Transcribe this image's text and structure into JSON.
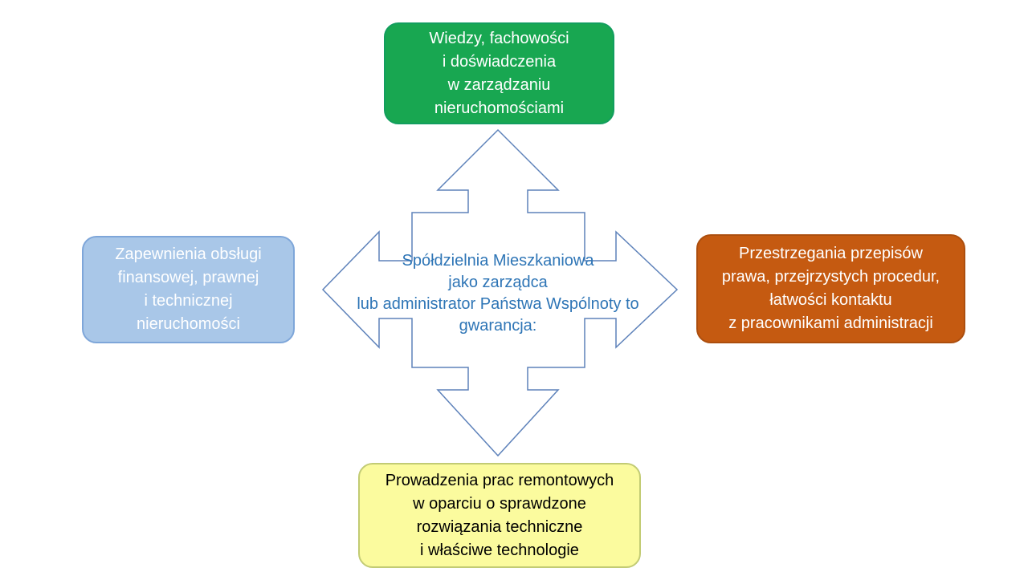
{
  "diagram": {
    "center": {
      "lines": [
        "Spółdzielnia Mieszkaniowa",
        "jako zarządca",
        "lub administrator Państwa Wspólnoty to",
        "gwarancja:"
      ],
      "text_color": "#2E75B6",
      "arrow_outline_color": "#5E82BA",
      "arrow_fill": "#FFFFFF"
    },
    "boxes": {
      "top": {
        "lines": [
          "Wiedzy, fachowości",
          "i doświadczenia",
          "w zarządzaniu",
          "nieruchomościami"
        ],
        "fill": "#18A751",
        "border": "#129E5E",
        "text_color": "#FFFFFF"
      },
      "left": {
        "lines": [
          "Zapewnienia obsługi",
          "finansowej, prawnej",
          "i technicznej",
          "nieruchomości"
        ],
        "fill": "#A9C7E8",
        "border": "#7EA6D9",
        "text_color": "#FFFFFF"
      },
      "right": {
        "lines": [
          "Przestrzegania przepisów",
          "prawa, przejrzystych procedur,",
          "łatwości kontaktu",
          "z pracownikami administracji"
        ],
        "fill": "#C55A11",
        "border": "#AC4E0E",
        "text_color": "#FFFFFF"
      },
      "bottom": {
        "lines": [
          "Prowadzenia prac remontowych",
          "w oparciu o sprawdzone",
          "rozwiązania techniczne",
          "i właściwe technologie"
        ],
        "fill": "#FBFB9E",
        "border": "#C2CB74",
        "text_color": "#000000"
      }
    }
  }
}
